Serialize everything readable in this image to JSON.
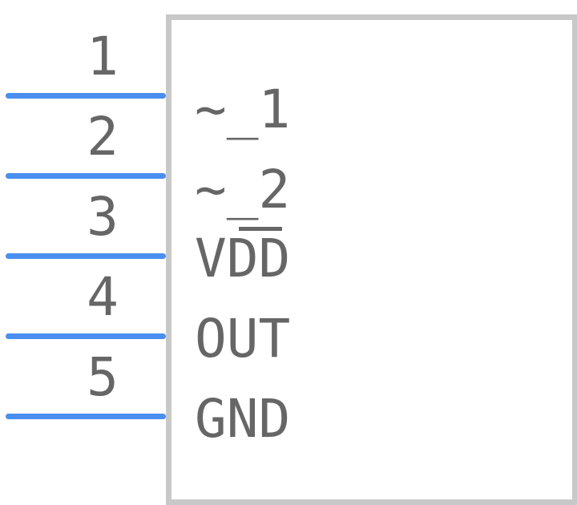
{
  "colors": {
    "body_border": "#c8c8c8",
    "pin_line": "#4a8ef0",
    "text": "#666666",
    "background": "#ffffff"
  },
  "pins": [
    {
      "number": "1",
      "name": "~_1"
    },
    {
      "number": "2",
      "name": "~_2"
    },
    {
      "number": "3",
      "name": "VDD"
    },
    {
      "number": "4",
      "name": "OUT"
    },
    {
      "number": "5",
      "name": "GND"
    }
  ]
}
